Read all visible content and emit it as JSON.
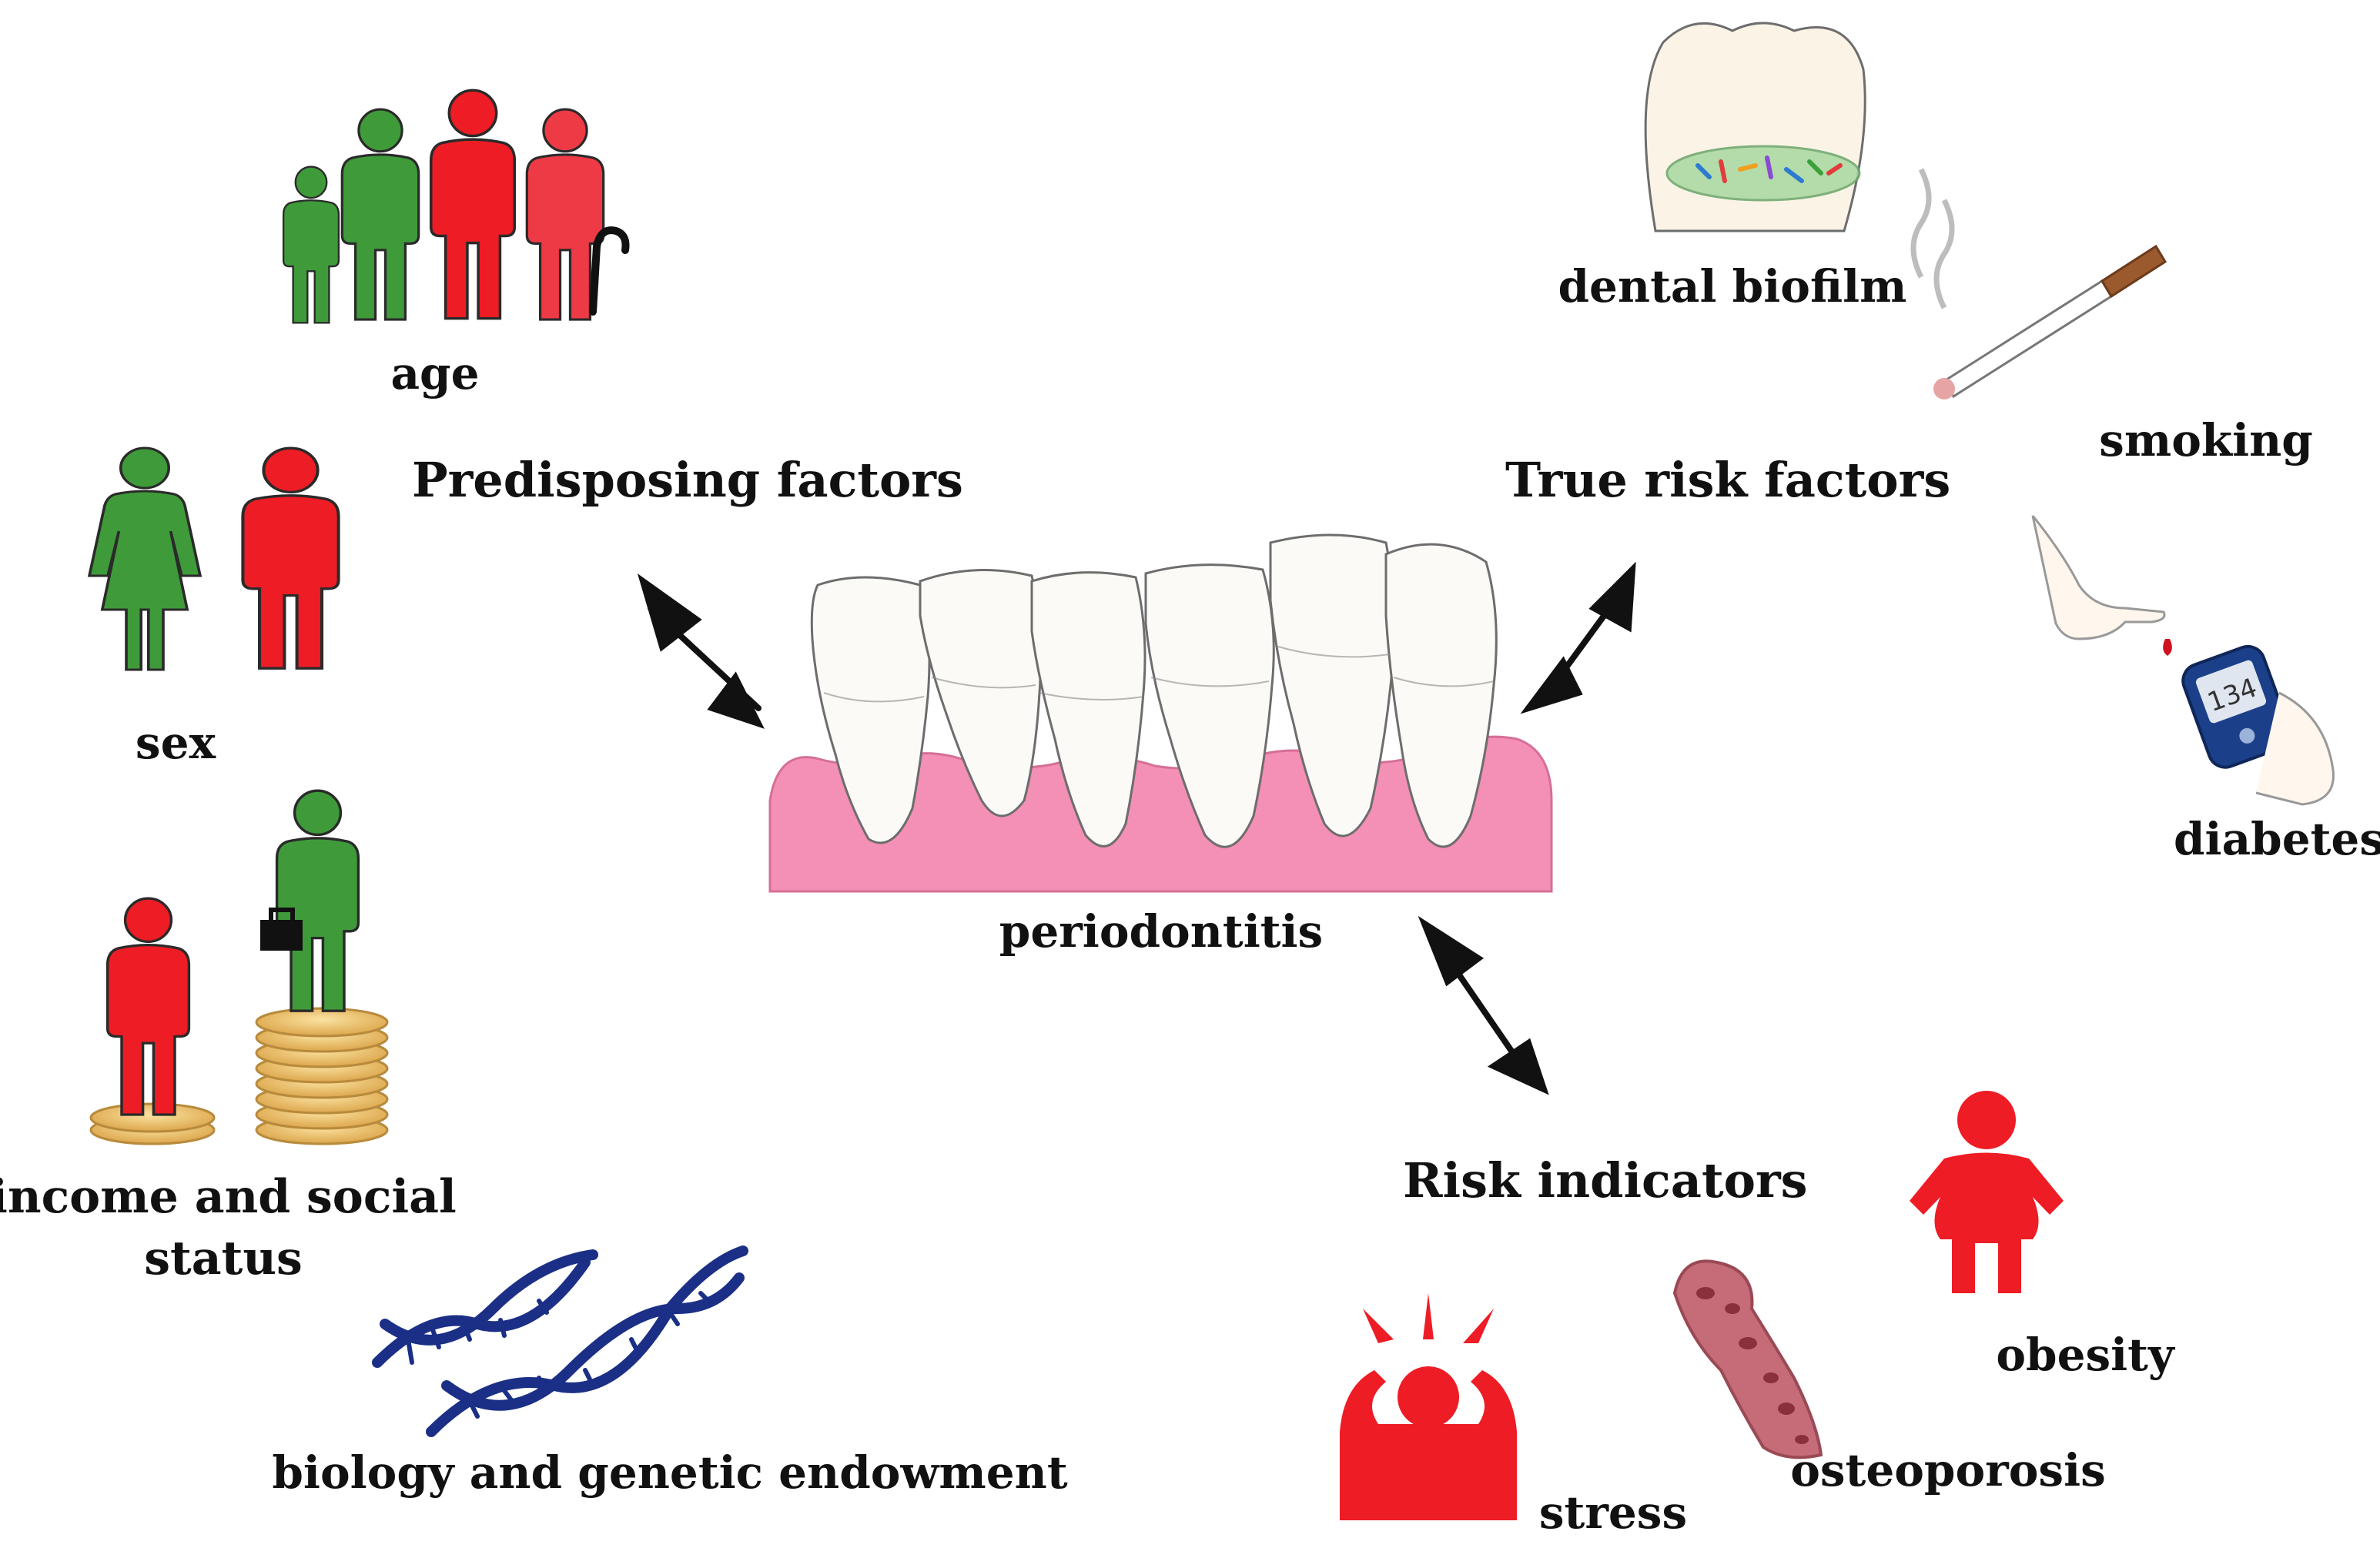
{
  "center": {
    "label": "periodontitis"
  },
  "categories": {
    "predisposing": "Predisposing factors",
    "true_risk": "True risk factors",
    "indicators": "Risk indicators"
  },
  "predisposing_items": {
    "age": "age",
    "sex": "sex",
    "income_line1": "income and social",
    "income_line2": "status",
    "biology": "biology and genetic endowment"
  },
  "true_risk_items": {
    "biofilm": "dental biofilm",
    "smoking": "smoking",
    "diabetes": "diabetes",
    "glucometer_reading": "134"
  },
  "indicator_items": {
    "obesity": "obesity",
    "osteoporosis": "osteoporosis",
    "stress": "stress"
  },
  "colors": {
    "green": "#3f9a3a",
    "red": "#ee1c25",
    "gum": "#f48fb5",
    "tooth": "#fbfaf6",
    "dna": "#1b2f86",
    "coin": "#e7b860"
  }
}
